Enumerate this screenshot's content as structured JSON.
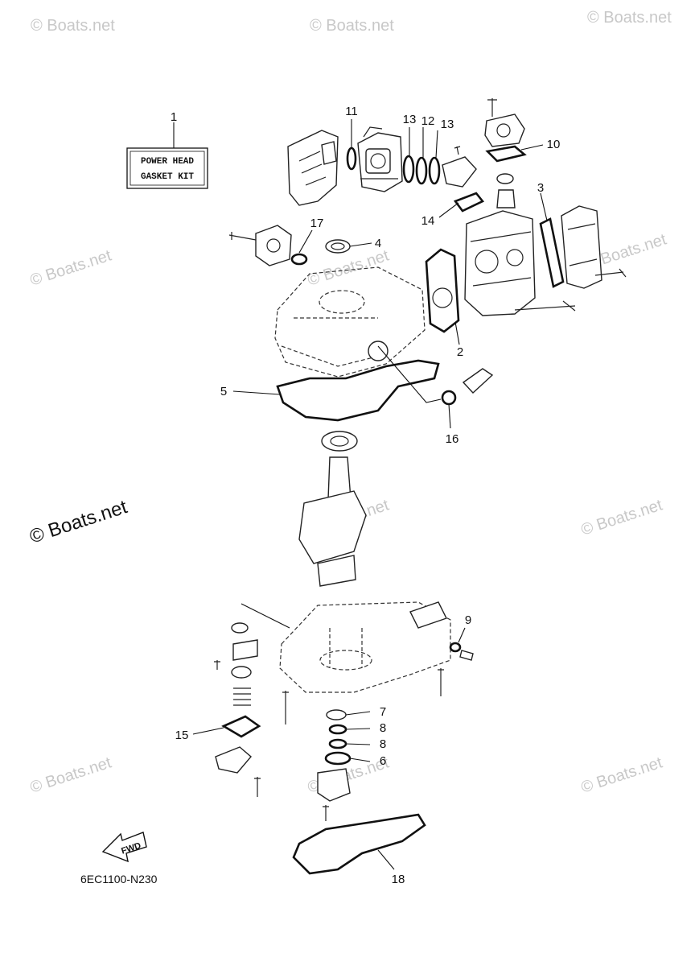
{
  "watermarks": {
    "main": "© Boats.net",
    "faded": "© Boats.net"
  },
  "kit_label": {
    "line1": "POWER HEAD",
    "line2": "GASKET KIT"
  },
  "fwd_label": "FWD",
  "diagram_code": "6EC1100-N230",
  "callouts": {
    "c1": "1",
    "c2": "2",
    "c3": "3",
    "c4": "4",
    "c5": "5",
    "c6": "6",
    "c7": "7",
    "c8a": "8",
    "c8b": "8",
    "c9": "9",
    "c10": "10",
    "c11": "11",
    "c12": "12",
    "c13a": "13",
    "c13b": "13",
    "c14": "14",
    "c15": "15",
    "c16": "16",
    "c17": "17",
    "c18": "18"
  }
}
